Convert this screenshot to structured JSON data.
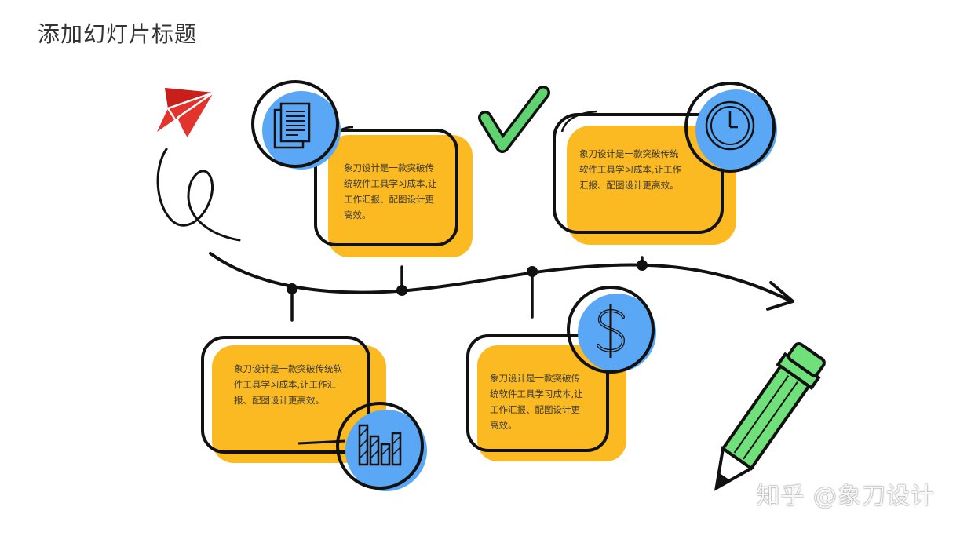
{
  "title": "添加幻灯片标题",
  "cards": [
    {
      "text": "象刀设计是一款突破传统软件工具学习成本,让工作汇报、配图设计更高效。",
      "icon": "document-icon"
    },
    {
      "text": "象刀设计是一款突破传统软件工具学习成本,让工作汇报、配图设计更高效。",
      "icon": "clock-icon"
    },
    {
      "text": "象刀设计是一款突破传统软件工具学习成本,让工作汇报、配图设计更高效。",
      "icon": "bar-chart-icon"
    },
    {
      "text": "象刀设计是一款突破传统软件工具学习成本,让工作汇报、配图设计更高效。",
      "icon": "dollar-icon"
    }
  ],
  "watermark": "知乎 @象刀设计",
  "colors": {
    "card": "#FBBA22",
    "circle": "#5AA8F5",
    "outline": "#111111",
    "check": "#5FD36F",
    "pencil": "#6FE07A",
    "plane": "#E2342C"
  }
}
